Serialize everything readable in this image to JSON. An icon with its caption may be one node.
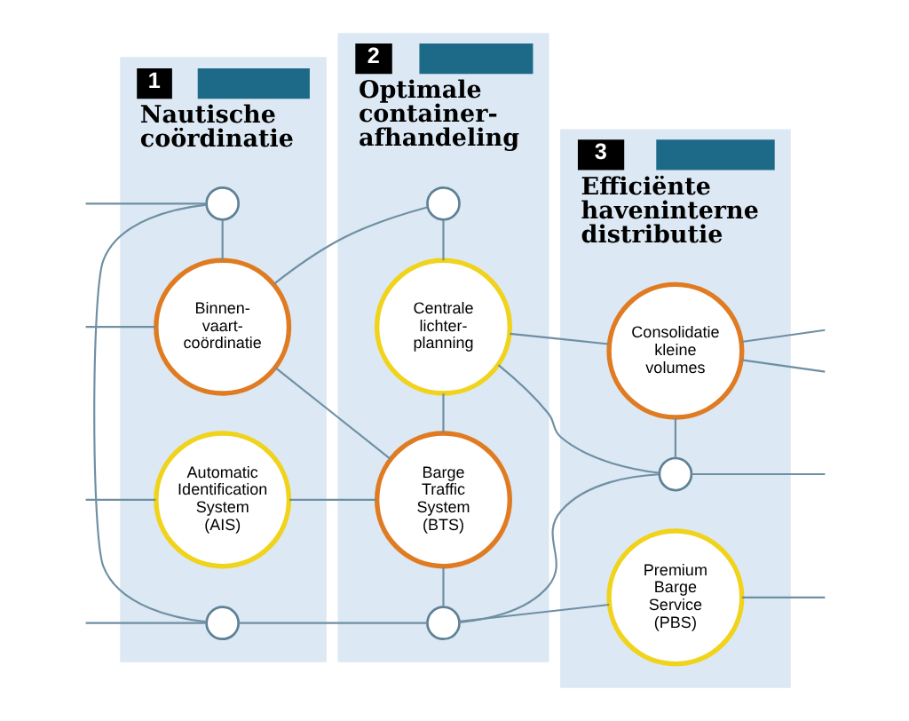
{
  "diagram": {
    "nodes": [
      {
        "text": [
          "1",
          "Nautische coördinatie"
        ]
      },
      {
        "text": [
          "2",
          "Optimale container- afhandeling"
        ]
      },
      {
        "text": [
          "3",
          "Efficiënte haveninterne distributie"
        ]
      },
      {
        "text": [],
        "shape": "circle",
        "in": 0
      },
      {
        "text": [
          "Binnen- vaart- coördinatie"
        ],
        "in": 0
      },
      {
        "text": [],
        "shape": "circle",
        "in": 0
      },
      {
        "text": [
          "Automatic Identification System (AIS)"
        ],
        "in": 0
      },
      {
        "text": [],
        "shape": "circle",
        "in": 1
      },
      {
        "text": [
          "Centrale lichter- planning"
        ],
        "in": 1
      },
      {
        "text": [
          "Barge Traffic System (BTS)"
        ],
        "in": 1
      },
      {
        "text": [],
        "shape": "circle",
        "in": 1
      },
      {
        "text": [
          "Consolidatie kleine volumes"
        ],
        "in": 2
      },
      {
        "text": [],
        "shape": "circle",
        "in": 2
      },
      {
        "text": [
          "Premium Barge Service (PBS)"
        ],
        "in": 2
      }
    ],
    "edges": [
      {
        "from": null,
        "to": 3,
        "arrow": "none"
      },
      {
        "from": 3,
        "to": 4,
        "arrow": "none"
      },
      {
        "from": 3,
        "to": 5,
        "arrow": "none"
      },
      {
        "from": null,
        "to": 4,
        "arrow": "none"
      },
      {
        "from": 4,
        "to": 7,
        "arrow": "none"
      },
      {
        "from": 4,
        "to": 9,
        "arrow": "none"
      },
      {
        "from": null,
        "to": 5,
        "arrow": "none"
      },
      {
        "from": 5,
        "to": 10,
        "arrow": "none"
      },
      {
        "from": null,
        "to": 6,
        "arrow": "none"
      },
      {
        "from": 6,
        "to": 9,
        "arrow": "none"
      },
      {
        "from": 7,
        "to": 8,
        "arrow": "none"
      },
      {
        "from": 8,
        "to": 9,
        "arrow": "none"
      },
      {
        "from": 8,
        "to": 11,
        "arrow": "none"
      },
      {
        "from": 8,
        "to": 12,
        "arrow": "none"
      },
      {
        "from": 9,
        "to": 10,
        "arrow": "none"
      },
      {
        "from": 10,
        "to": 12,
        "arrow": "none"
      },
      {
        "from": 10,
        "to": 13,
        "arrow": "none"
      },
      {
        "from": 11,
        "to": 12,
        "arrow": "none"
      },
      {
        "from": 11,
        "to": null,
        "arrow": "none"
      },
      {
        "from": 11,
        "to": null,
        "arrow": "none"
      },
      {
        "from": 12,
        "to": null,
        "arrow": "none"
      },
      {
        "from": 13,
        "to": null,
        "arrow": "none"
      }
    ]
  }
}
